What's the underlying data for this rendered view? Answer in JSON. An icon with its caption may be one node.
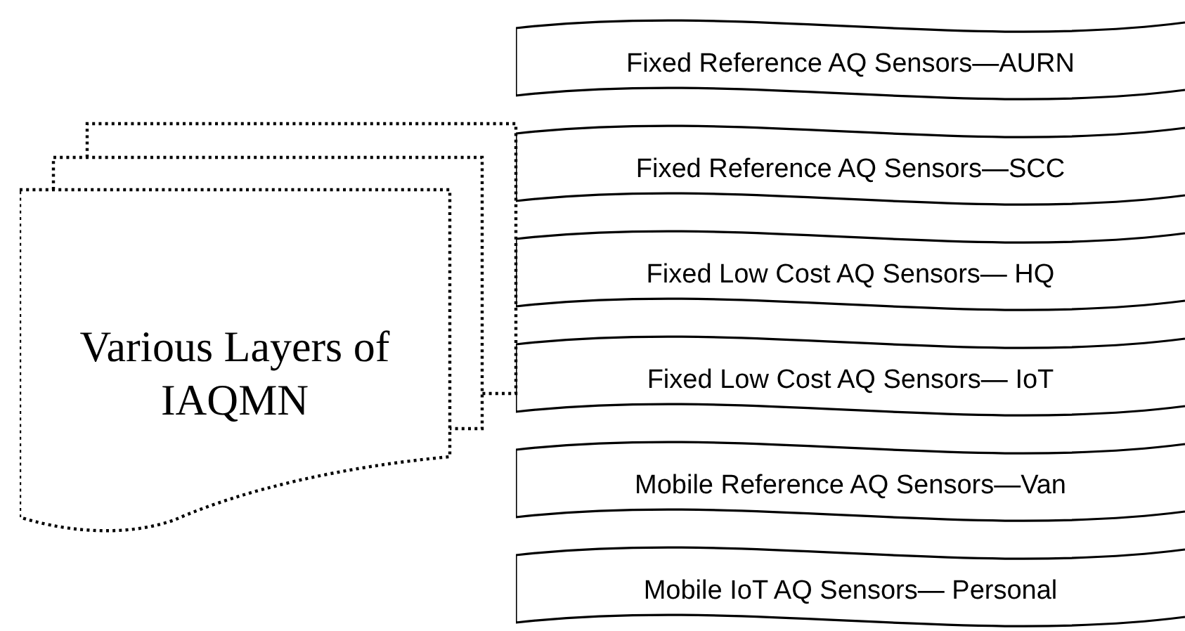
{
  "diagram": {
    "nodes": [
      {
        "text": [
          "Various Layers of IAQMN"
        ]
      },
      {
        "text": [
          "Fixed Reference AQ Sensors—AURN"
        ]
      },
      {
        "text": [
          "Fixed Reference AQ Sensors—SCC"
        ]
      },
      {
        "text": [
          "Fixed Low Cost AQ Sensors— HQ"
        ]
      },
      {
        "text": [
          "Fixed Low Cost AQ Sensors— IoT"
        ]
      },
      {
        "text": [
          "Mobile Reference AQ Sensors—Van"
        ]
      },
      {
        "text": [
          "Mobile IoT AQ Sensors— Personal"
        ]
      }
    ]
  }
}
